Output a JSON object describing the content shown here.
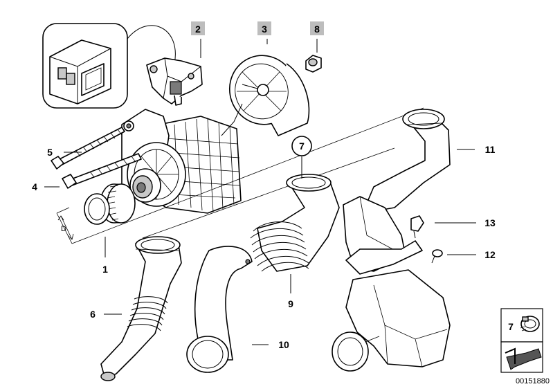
{
  "labels": {
    "l1": "1",
    "l2": "2",
    "l3": "3",
    "l4": "4",
    "l5": "5",
    "l6": "6",
    "l7": "7",
    "l8": "8",
    "l9": "9",
    "l10": "10",
    "l11": "11",
    "l12": "12",
    "l13": "13",
    "dim_d": "D",
    "callout_7": "7",
    "legend_7": "7",
    "image_id": "00151880"
  }
}
